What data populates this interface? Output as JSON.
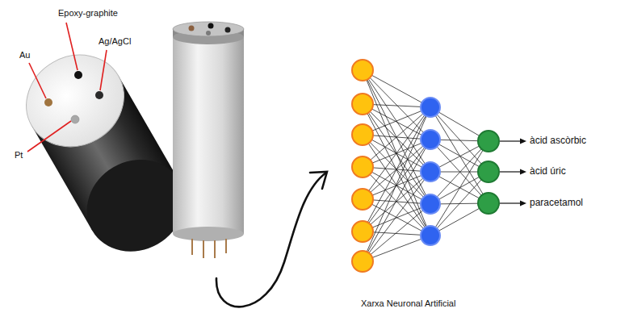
{
  "diagram": {
    "caption": "Xarxa Neuronal Artificial",
    "labels": [
      "Epoxy-graphite",
      "Au",
      "Ag/AgCl",
      "Pt",
      "àcid ascòrbic",
      "àcid úric",
      "paracetamol"
    ]
  }
}
